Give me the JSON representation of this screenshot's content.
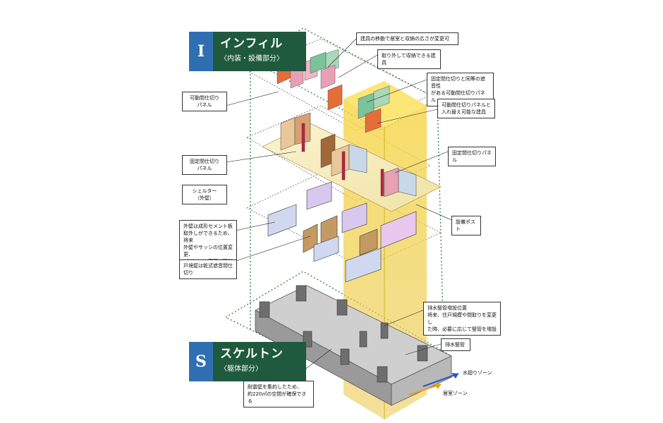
{
  "infill": {
    "letter": "I",
    "title": "インフィル",
    "subtitle": "〈内装・設備部分〉"
  },
  "skeleton": {
    "letter": "S",
    "title": "スケルトン",
    "subtitle": "〈躯体部分〉"
  },
  "left_labels": {
    "movable_partition": "可動間仕切り\nパネル",
    "fixed_partition": "固定間仕切り\nパネル",
    "shelter": "シェルター\n（外壁）",
    "exterior_wall": "外壁は成形セメント板\n取外しができるため、将来\n外壁やサッシの位置変更、\nデザインの変更が可能",
    "unit_boundary": "戸境壁は乾式遮音間仕切り",
    "bearing_wall": "耐震壁を集約したため、\n約220㎡の空間が確保できる"
  },
  "right_labels": {
    "fittings_move": "建具の移動で居室と収納の広さが変更可",
    "removable_storage": "取り外して収納できる建具",
    "soundproof_panel": "固定間仕切りと同等の遮音性\nがある可動間仕切りパネル",
    "swappable_fitting": "可動間仕切りパネルと\n入れ替え可能な建具",
    "fixed_panel": "固定間仕切りパネル",
    "equipment_post": "設備ポスト",
    "drain_pipe_expansion": "排水竪管増設位置\n将来、住戸規模や間取りを変更し\nた時、必要に応じて竪管を増設",
    "drain_pipe": "排水竪管",
    "water_zone": "水廻りゾーン",
    "room_zone": "居室ゾーン"
  }
}
